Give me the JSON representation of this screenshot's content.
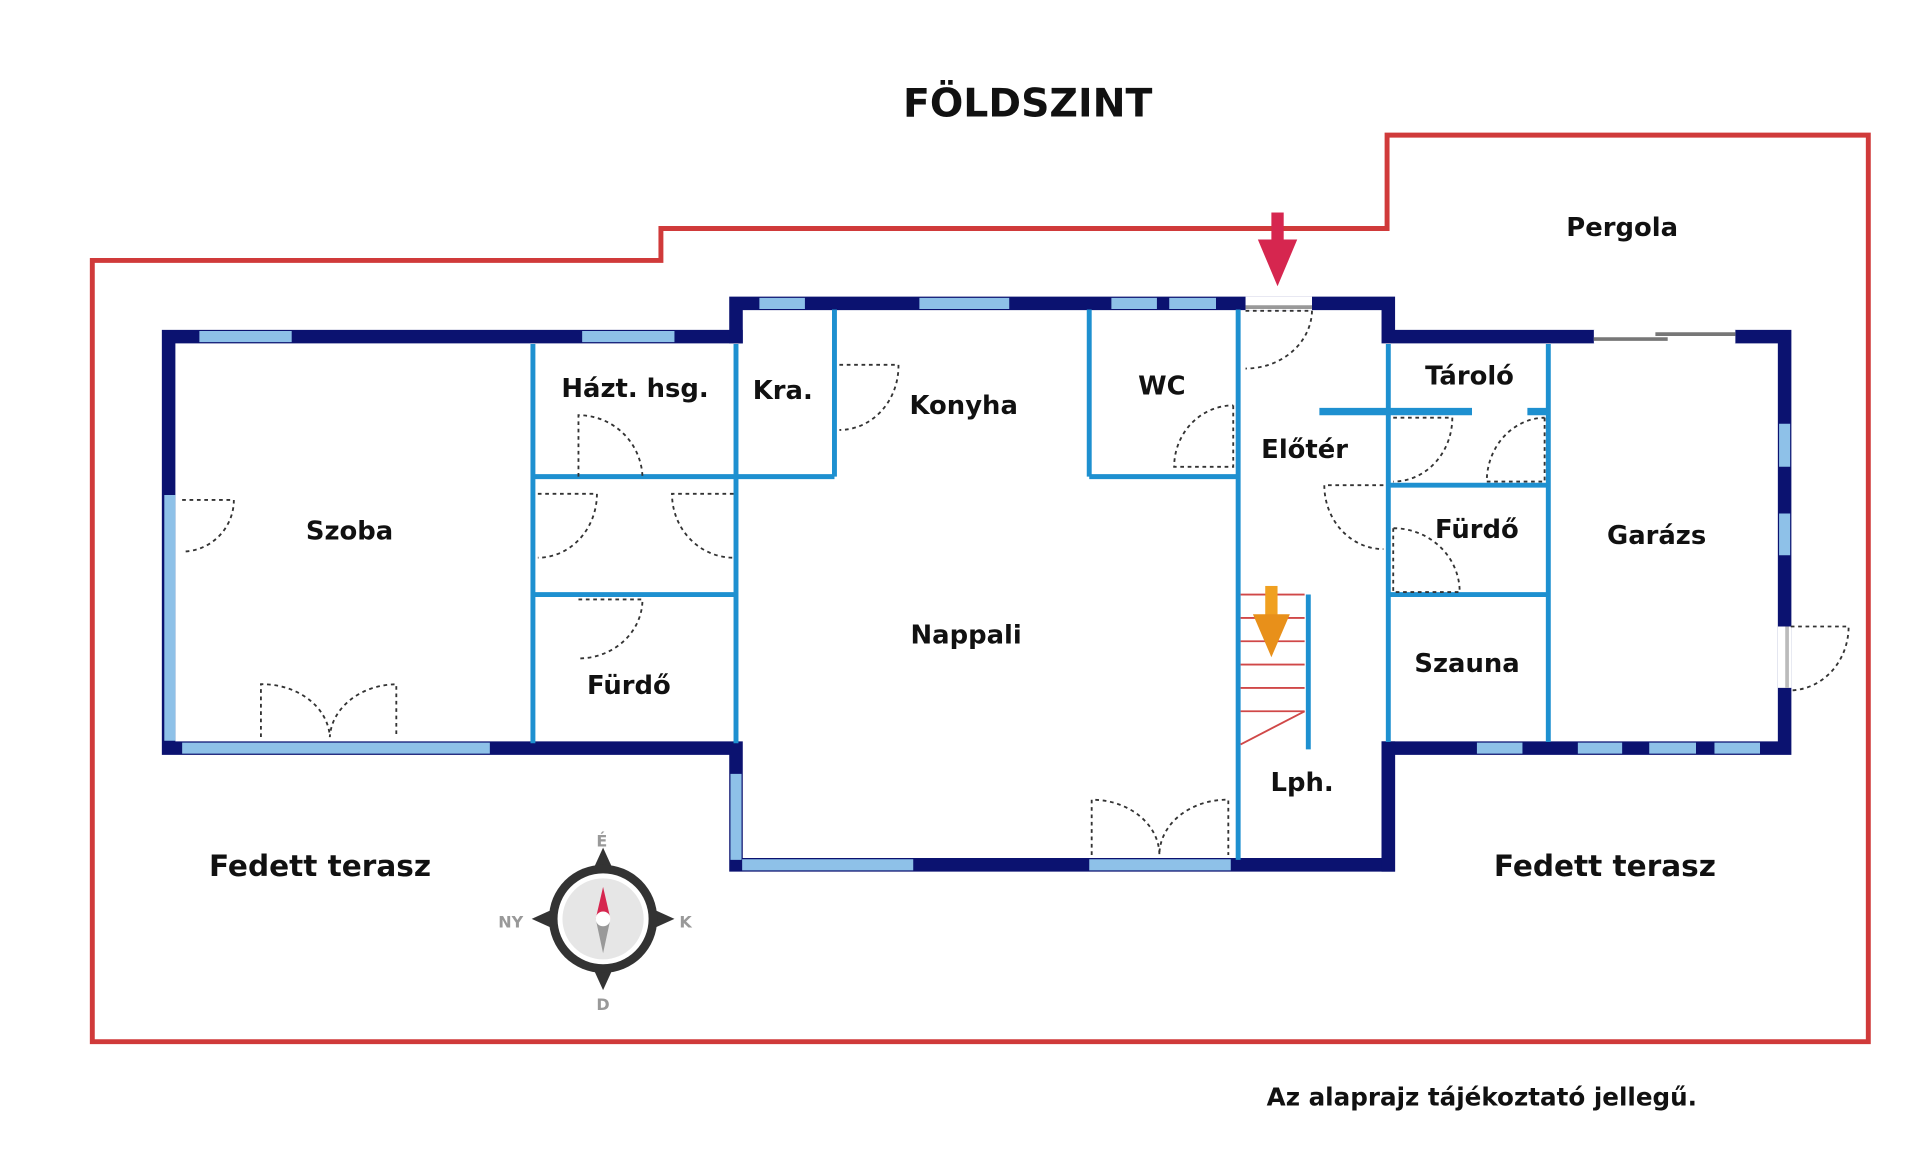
{
  "title": "FÖLDSZINT",
  "rooms": {
    "pergola": "Pergola",
    "haztartasi": "Házt. hsg.",
    "kamra": "Kra.",
    "konyha": "Konyha",
    "wc": "WC",
    "eloter": "Előtér",
    "tarolo": "Tároló",
    "szoba": "Szoba",
    "furdo_right": "Fürdő",
    "garazs": "Garázs",
    "nappali": "Nappali",
    "szauna": "Szauna",
    "furdo_left": "Fürdő",
    "lepcsohaz": "Lph.",
    "terasz_left": "Fedett terasz",
    "terasz_right": "Fedett terasz"
  },
  "compass": {
    "north": "É",
    "west": "NY",
    "east": "K",
    "south": "D"
  },
  "note": "Az alaprajz tájékoztató jellegű.",
  "colors": {
    "outline": "#d03a3a",
    "wall": "#0b1270",
    "inner_wall": "#1e90d0",
    "window": "#8ec1e8",
    "entry_arrow": "#d6264f",
    "stair_arrow": "#f0a020"
  }
}
